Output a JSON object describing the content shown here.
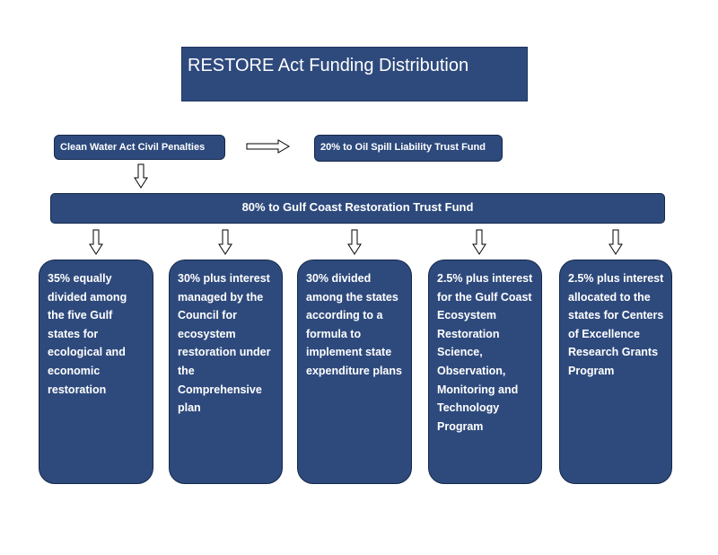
{
  "title": "RESTORE Act Funding Distribution",
  "source": "Clean Water Act Civil Penalties",
  "oil_spill": "20% to Oil Spill Liability Trust Fund",
  "trust_fund": "80% to Gulf Coast Restoration Trust Fund",
  "allocations": [
    "35% equally divided among the five Gulf states for ecological and economic restoration",
    "30% plus interest managed by the Council for ecosystem restoration under the Comprehensive plan",
    "30% divided among the states according to a formula to implement state expenditure plans",
    "2.5% plus interest for the Gulf Coast Ecosystem Restoration Science, Observation, Monitoring and Technology Program",
    "2.5% plus interest allocated to the states for Centers of Excellence Research Grants Program"
  ],
  "colors": {
    "box_fill": "#2e4a7d",
    "text": "#ffffff"
  }
}
